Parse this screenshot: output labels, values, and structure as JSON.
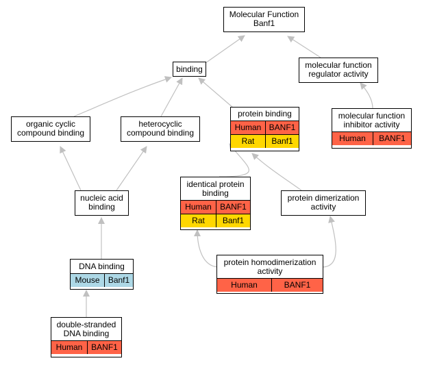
{
  "colors": {
    "edge": "#c0c0c0",
    "human": "#ff6347",
    "rat": "#ffd700",
    "mouse": "#add8e6",
    "node_border": "#000000",
    "node_fill": "#ffffff"
  },
  "nodes": {
    "mf_banf1": {
      "line1": "Molecular Function",
      "line2": "Banf1"
    },
    "binding": {
      "line1": "binding"
    },
    "mf_regulator": {
      "line1": "molecular function",
      "line2": "regulator activity"
    },
    "organic_cyclic": {
      "line1": "organic cyclic",
      "line2": "compound binding"
    },
    "heterocyclic": {
      "line1": "heterocyclic",
      "line2": "compound binding"
    },
    "protein_binding": {
      "line1": "protein binding",
      "annotations": [
        {
          "species": "Human",
          "gene": "BANF1",
          "color": "#ff6347"
        },
        {
          "species": "Rat",
          "gene": "Banf1",
          "color": "#ffd700"
        }
      ]
    },
    "mf_inhibitor": {
      "line1": "molecular function",
      "line2": "inhibitor activity",
      "annotations": [
        {
          "species": "Human",
          "gene": "BANF1",
          "color": "#ff6347"
        }
      ]
    },
    "nucleic_acid": {
      "line1": "nucleic acid",
      "line2": "binding"
    },
    "identical_protein": {
      "line1": "identical protein",
      "line2": "binding",
      "annotations": [
        {
          "species": "Human",
          "gene": "BANF1",
          "color": "#ff6347"
        },
        {
          "species": "Rat",
          "gene": "Banf1",
          "color": "#ffd700"
        }
      ]
    },
    "protein_dimerization": {
      "line1": "protein dimerization",
      "line2": "activity"
    },
    "dna_binding": {
      "line1": "DNA binding",
      "annotations": [
        {
          "species": "Mouse",
          "gene": "Banf1",
          "color": "#add8e6"
        }
      ]
    },
    "protein_homodimerization": {
      "line1": "protein homodimerization",
      "line2": "activity",
      "annotations": [
        {
          "species": "Human",
          "gene": "BANF1",
          "color": "#ff6347"
        }
      ]
    },
    "ds_dna_binding": {
      "line1": "double-stranded",
      "line2": "DNA binding",
      "annotations": [
        {
          "species": "Human",
          "gene": "BANF1",
          "color": "#ff6347"
        }
      ]
    }
  }
}
